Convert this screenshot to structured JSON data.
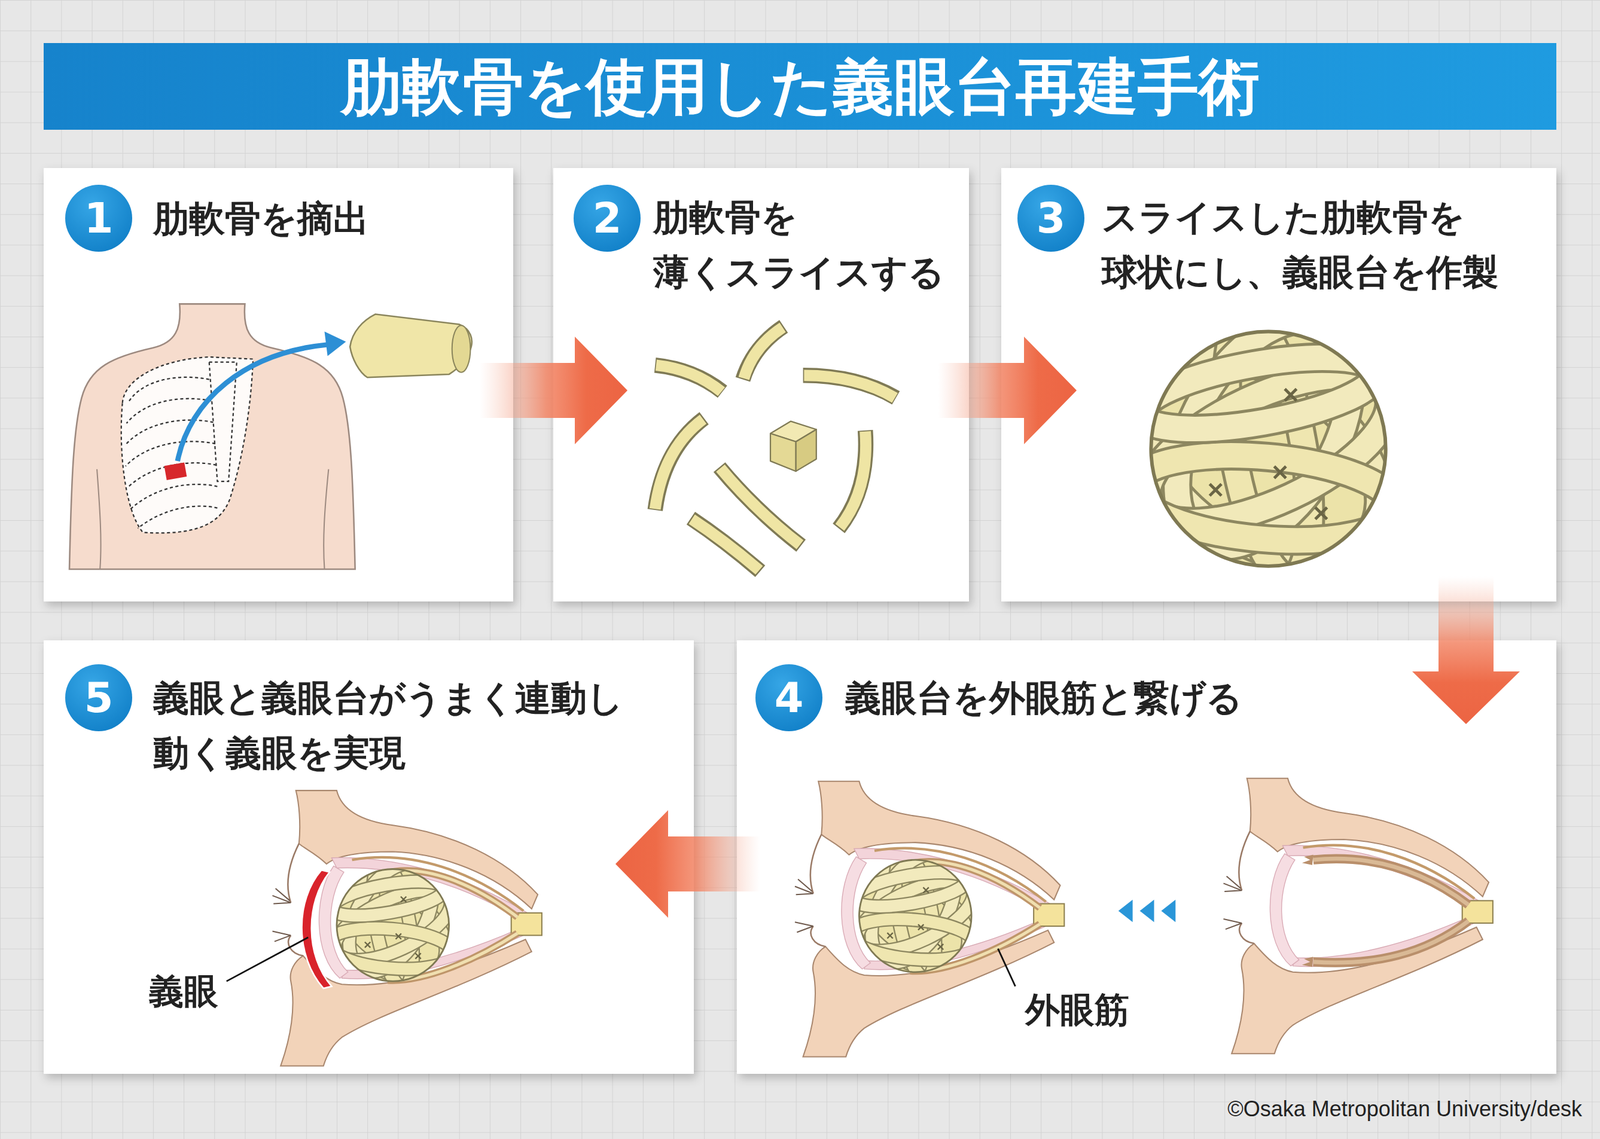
{
  "diagram": {
    "title": "肋軟骨を使用した義眼台再建手術",
    "nodes": [
      {
        "text": [
          "肋軟骨を摘出"
        ]
      },
      {
        "text": [
          "1"
        ],
        "in": 0
      },
      {
        "text": [
          "肋軟骨を 薄くスライスする"
        ]
      },
      {
        "text": [
          "2"
        ],
        "in": 2
      },
      {
        "text": [
          "スライスした肋軟骨を 球状にし、義眼台を作製"
        ]
      },
      {
        "text": [
          "3"
        ],
        "in": 4
      },
      {
        "text": [
          "義眼台を外眼筋と繋げる"
        ]
      },
      {
        "text": [
          "4"
        ],
        "in": 6
      },
      {
        "text": [
          "義眼と義眼台がうまく連動し 動く義眼を実現"
        ]
      },
      {
        "text": [
          "5"
        ],
        "in": 8
      }
    ],
    "edges": [
      {
        "from": 0,
        "to": 2,
        "arrow": "to"
      },
      {
        "from": 2,
        "to": 4,
        "arrow": "to"
      },
      {
        "from": 4,
        "to": 6,
        "arrow": "to"
      },
      {
        "from": 6,
        "to": 8,
        "arrow": "to"
      }
    ],
    "labels": [
      "義眼",
      "外眼筋",
      "©Osaka Metropolitan University/desk"
    ]
  }
}
